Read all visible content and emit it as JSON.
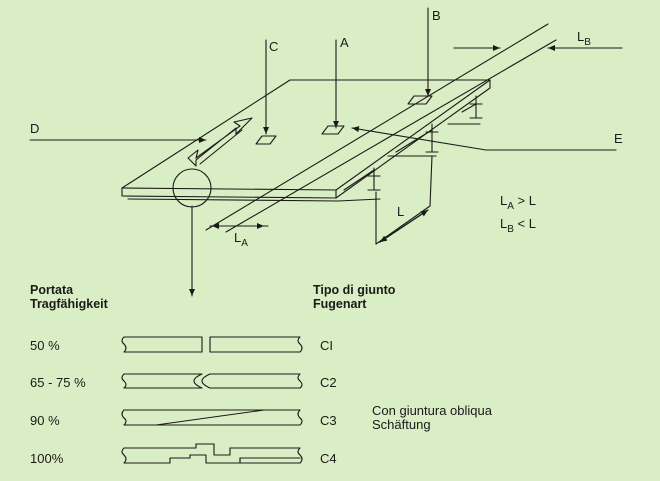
{
  "callouts": {
    "a": "A",
    "b": "B",
    "c": "C",
    "d": "D",
    "e": "E"
  },
  "dimensions": {
    "la_main": "L",
    "la_sub": "A",
    "lb_main": "L",
    "lb_sub": "B",
    "l": "L"
  },
  "relations": [
    {
      "main": "L",
      "sub": "A",
      "rest": " > L"
    },
    {
      "main": "L",
      "sub": "B",
      "rest": " < L"
    }
  ],
  "headers": {
    "capacity_it": "Portata",
    "capacity_de": "Tragfähigkeit",
    "joint_it": "Tipo di giunto",
    "joint_de": "Fugenart"
  },
  "rows": [
    {
      "capacity": "50 %",
      "code": "CI",
      "note1": "",
      "note2": ""
    },
    {
      "capacity": "65 - 75 %",
      "code": "C2",
      "note1": "",
      "note2": ""
    },
    {
      "capacity": "90 %",
      "code": "C3",
      "note1": "Con giuntura obliqua",
      "note2": "Schäftung"
    },
    {
      "capacity": "100%",
      "code": "C4",
      "note1": "",
      "note2": ""
    }
  ]
}
